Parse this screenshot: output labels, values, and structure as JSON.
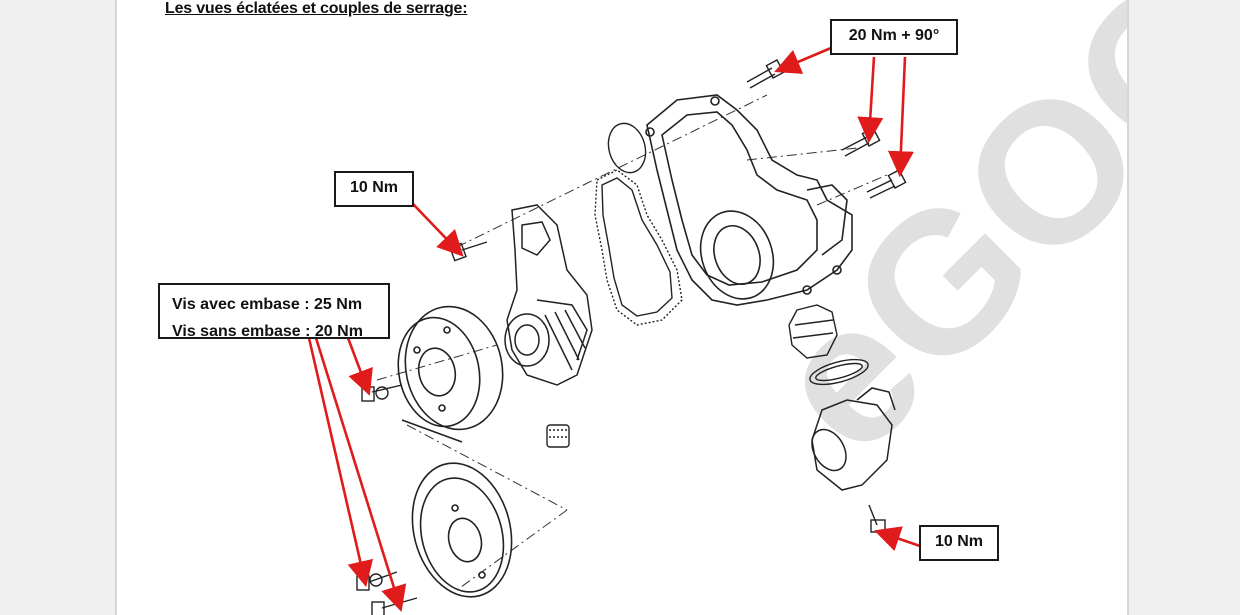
{
  "document": {
    "title": "Les vues éclatées et couples de serrage:"
  },
  "callouts": {
    "top_right": "20 Nm + 90°",
    "left": "10 Nm",
    "pulley_line1": "Vis avec embase : 25 Nm",
    "pulley_line2": "Vis sans embase : 20 Nm",
    "bottom_right": "10 Nm"
  },
  "watermark": {
    "text": "eGOO.com"
  },
  "colors": {
    "arrow": "#e01b1b",
    "drawing": "#222222",
    "watermark": "#d0d0d0"
  }
}
